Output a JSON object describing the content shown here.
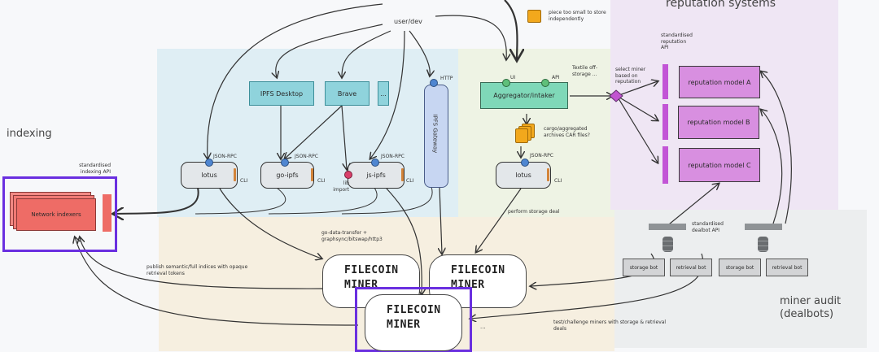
{
  "regions": {
    "indexing": "indexing",
    "reputation": "reputation systems",
    "miner_audit": "miner audit (dealbots)"
  },
  "top": {
    "user_label": "user/dev",
    "legend_text": "piece too small to store independently"
  },
  "ipfs": {
    "apps": [
      "IPFS Desktop",
      "Brave",
      "..."
    ],
    "gateway": "IPFS Gateway",
    "gateway_port": "HTTP",
    "nodes": [
      {
        "label": "lotus",
        "port": "JSON-RPC",
        "cli": "CLI"
      },
      {
        "label": "go-ipfs",
        "port": "JSON-RPC",
        "cli": "CLI"
      },
      {
        "label": "js-ipfs",
        "port": "JSON-RPC",
        "cli": "CLI"
      }
    ],
    "lib_import": "lib import"
  },
  "aggregator": {
    "label": "Aggregator/intaker",
    "port_ui": "UI",
    "port_api": "API",
    "side_note": "Textile off-storage ...",
    "archives": "cargo/aggregated archives CAR files?",
    "lotus": {
      "label": "lotus",
      "port": "JSON-RPC",
      "cli": "CLI"
    },
    "deal_note": "perform storage deal"
  },
  "reputation": {
    "api_label": "standardised reputation API",
    "select_note": "select miner based on reputation",
    "models": [
      "reputation model A",
      "reputation model B",
      "reputation model C"
    ]
  },
  "indexers": {
    "api_label": "standardised indexing API",
    "label": "Network indexers",
    "publish_note": "publish semantic/full indices with opaque retrieval tokens"
  },
  "miners": {
    "transfer_note": "go-data-transfer + graphsync/bitswap/http3",
    "labels": [
      "FILECOIN MINER",
      "FILECOIN MINER",
      "FILECOIN MINER"
    ],
    "more": "...",
    "challenge_note": "test/challenge miners with storage & retrieval deals"
  },
  "dealbots": {
    "api_label": "standardised dealbot API",
    "bots": [
      "storage bot",
      "retrieval bot",
      "storage bot",
      "retrieval bot"
    ]
  },
  "colors": {
    "highlight": "#6a2fe0",
    "ipfs_zone": "#dfeef4",
    "agg_zone": "#eef3e4",
    "rep_zone": "#efe6f4",
    "miner_zone": "#f6efe0",
    "audit_zone": "#eceeef"
  }
}
